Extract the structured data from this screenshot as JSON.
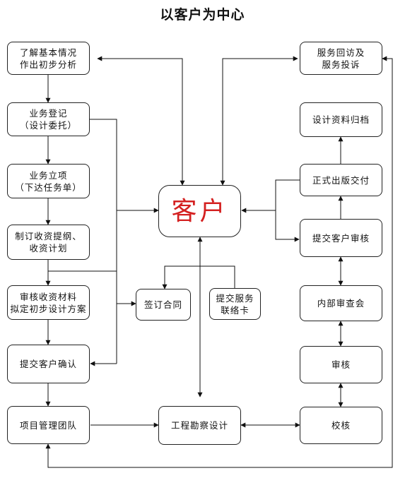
{
  "title": "以客户为中心",
  "nodes": {
    "understand": "了解基本情况\n作出初步分析",
    "register": "业务登记\n（设计委托）",
    "establish": "业务立项\n（下达任务单）",
    "plan": "制订收资提纲、\n收资计划",
    "review_materials": "审核收资材料\n拟定初步设计方案",
    "submit_confirm": "提交客户确认",
    "team": "项目管理团队",
    "customer": "客户",
    "sign_contract": "签订合同",
    "service_card": "提交服务\n联络卡",
    "survey_design": "工程勘察设计",
    "service_visit": "服务回访及\n服务投诉",
    "archive": "设计资料归档",
    "publish": "正式出版交付",
    "submit_review": "提交客户审核",
    "internal_review": "内部审查会",
    "audit": "审核",
    "check": "校核"
  }
}
